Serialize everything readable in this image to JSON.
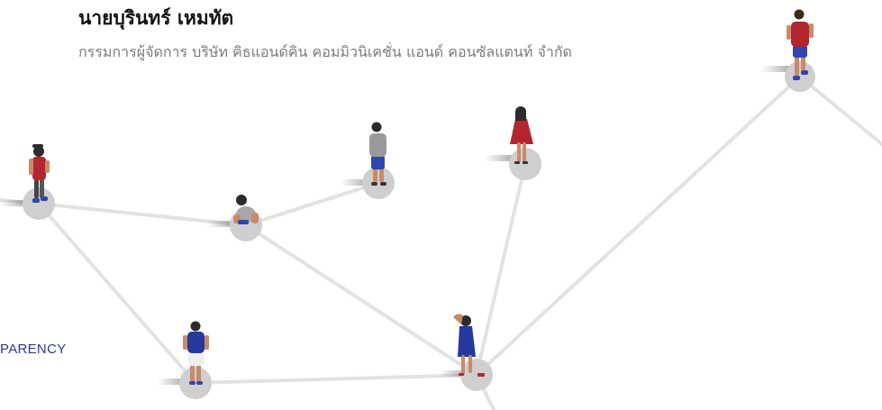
{
  "profile": {
    "name": "นายบุรินทร์ เหมทัต",
    "role": "กรรมการผู้จัดการ บริษัท คิธแอนด์คิน คอมมิวนิเคชั่น แอนด์ คอนซัลแตนท์ จำกัด"
  },
  "side_label": "PARENCY",
  "colors": {
    "link": "#e2e2e2",
    "node": "#cfcfcf",
    "name": "#111111",
    "role": "#7b7b7b",
    "side_label": "#2e3a8c",
    "jersey_red": "#b3262f",
    "shorts_blue": "#2f45b0",
    "dress_blue": "#243a9c",
    "grey": "#9a9a9a"
  }
}
